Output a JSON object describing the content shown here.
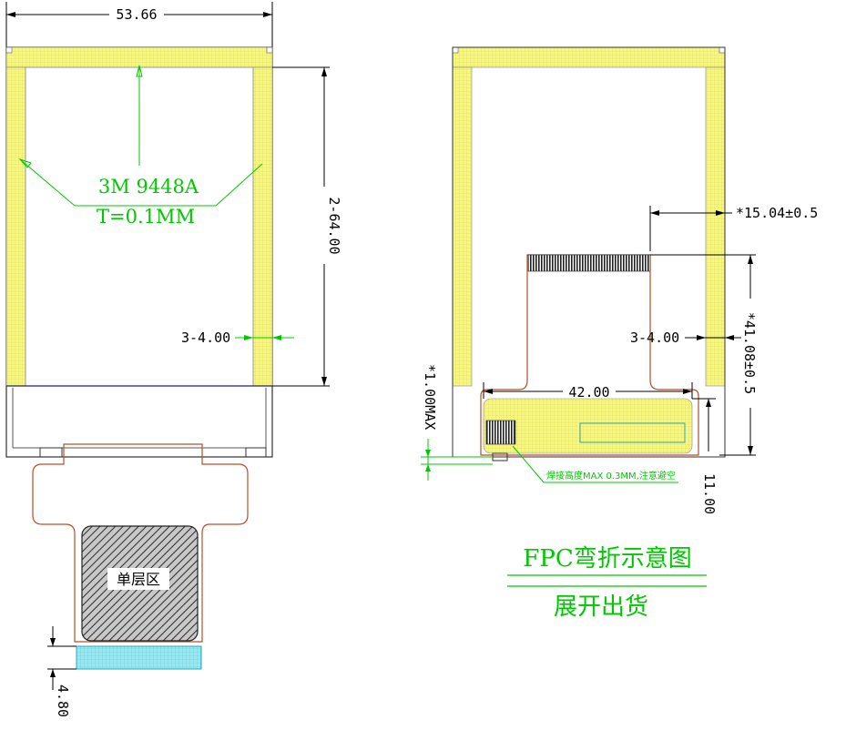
{
  "left_view": {
    "width_dim": "53.66",
    "tape_label_line1": "3M 9448A",
    "tape_label_line2": "T=0.1MM",
    "height_dim": "2-64.00",
    "strip_width_dim": "3-4.00",
    "single_layer_label": "单层区",
    "tail_dim": "4.80"
  },
  "right_view": {
    "fpc_offset_dim": "*15.04±0.5",
    "strip_width_dim": "3-4.00",
    "fpc_width_dim": "42.00",
    "fpc_height_dim": "*41.08±0.5",
    "thickness_dim": "*1.00MAX",
    "bottom_dim": "11.00",
    "solder_note": "焊接高度MAX 0.3MM,注意避空",
    "caption_line1": "FPC弯折示意图",
    "caption_line2": "展开出货"
  },
  "colors": {
    "tape_yellow": "#f2f27a",
    "dimension_green": "#00c800",
    "fpc_outline": "#b4502a",
    "lcd_blue": "#1a1aa0",
    "cyan_area": "#8fe0ea"
  }
}
